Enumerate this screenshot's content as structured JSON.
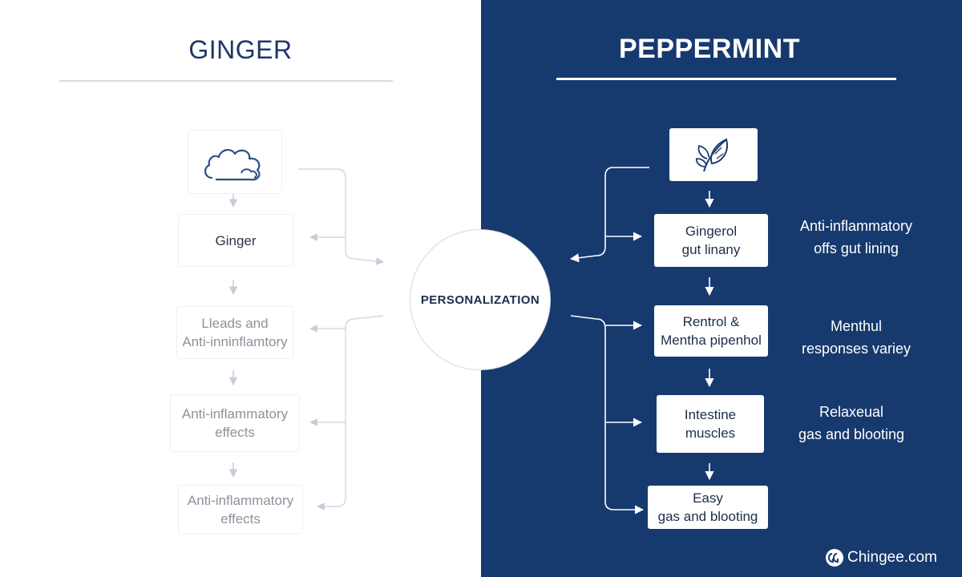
{
  "left": {
    "title": "GINGER",
    "icon": "cloud-icon",
    "steps": [
      {
        "lines": [
          "Ginger"
        ]
      },
      {
        "lines": [
          "Lleads and",
          "Anti-inninflamtory"
        ]
      },
      {
        "lines": [
          "Anti-inflammatory",
          "effects"
        ]
      },
      {
        "lines": [
          "Anti-inflammatory",
          "effects"
        ]
      }
    ]
  },
  "center": {
    "label": "PERSONALIZATION"
  },
  "right": {
    "title": "PEPPERMINT",
    "icon": "leaf-icon",
    "steps": [
      {
        "lines": [
          "Gingerol",
          "gut linany"
        ]
      },
      {
        "lines": [
          "Rentrol &",
          "Mentha pipenhol"
        ]
      },
      {
        "lines": [
          "Intestine",
          "muscles"
        ]
      },
      {
        "lines": [
          "Easy",
          "gas and blooting"
        ]
      }
    ],
    "notes": [
      {
        "lines": [
          "Anti-inflammatory",
          "offs gut lining"
        ]
      },
      {
        "lines": [
          "Menthul",
          "responses variey"
        ]
      },
      {
        "lines": [
          "Relaxeual",
          "gas and blooting"
        ]
      }
    ]
  },
  "footer": {
    "brand": "Chingee.com",
    "icon": "brand-logo-icon"
  },
  "colors": {
    "navy": "#173a6e",
    "white": "#ffffff",
    "line_light": "#c9d0dc"
  }
}
